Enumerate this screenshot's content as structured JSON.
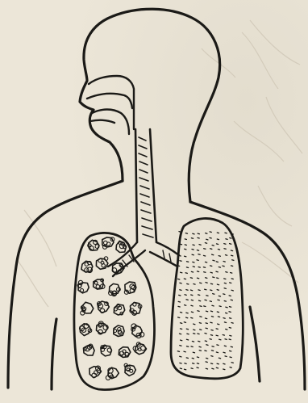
{
  "diagram": {
    "labels": [],
    "colors": {
      "paper": "#ece6d8",
      "ink": "#1b1a17",
      "show_through": "#cfc7b6"
    },
    "parts": [
      "head",
      "nasal-cavity",
      "oral-cavity",
      "trachea",
      "left-lung-dissected",
      "right-lung",
      "bronchi",
      "shoulders",
      "arms"
    ]
  }
}
